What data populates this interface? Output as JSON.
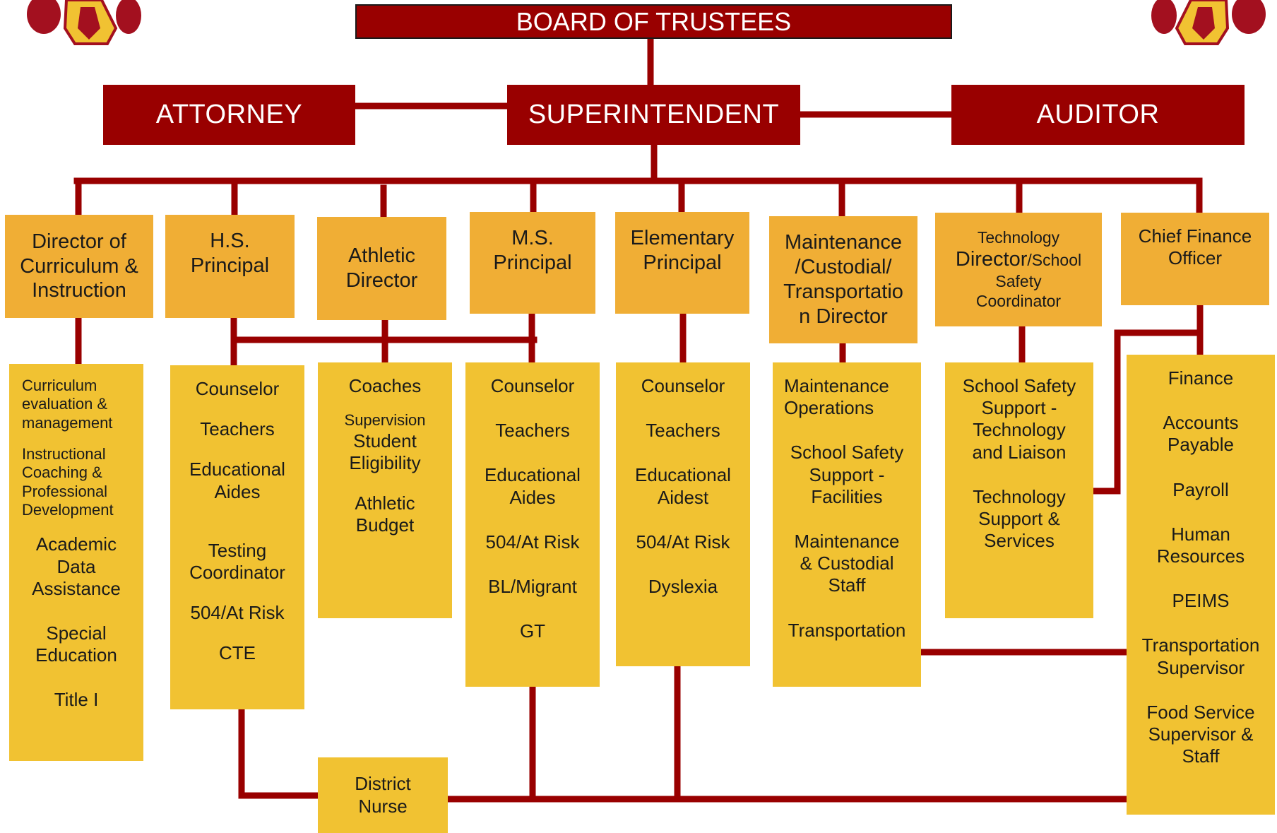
{
  "colors": {
    "red": "#990000",
    "orange": "#f0ae35",
    "yellow": "#f1c232",
    "line": "#990000"
  },
  "top": {
    "board": "BOARD OF TRUSTEES",
    "attorney": "ATTORNEY",
    "superintendent": "SUPERINTENDENT",
    "auditor": "AUDITOR"
  },
  "heads": {
    "curriculum": [
      "Director of",
      "Curriculum &",
      "Instruction"
    ],
    "hs": [
      "H.S.",
      "Principal"
    ],
    "athletic": [
      "Athletic",
      "Director"
    ],
    "ms": [
      "M.S.",
      "Principal"
    ],
    "elementary": [
      "Elementary",
      "Principal"
    ],
    "maintenance": [
      "Maintenance",
      "/Custodial/",
      "Transportatio",
      "n Director"
    ],
    "technology": {
      "line1": "Technology",
      "line2a": "Director",
      "line2b": "/School",
      "line3": "Safety",
      "line4": "Coordinator"
    },
    "cfo": [
      "Chief Finance",
      "Officer"
    ]
  },
  "staff": {
    "curriculum": {
      "small1": [
        "Curriculum",
        "evaluation &",
        "management"
      ],
      "small2": [
        "Instructional",
        "Coaching &",
        "Professional",
        "Development"
      ],
      "large": [
        "Academic",
        "Data",
        "Assistance",
        "",
        "Special",
        "Education",
        "",
        "Title I"
      ]
    },
    "hs": [
      "Counselor",
      "",
      "Teachers",
      "",
      "Educational",
      "Aides",
      "",
      "",
      "Testing",
      "Coordinator",
      "",
      "504/At Risk",
      "",
      "CTE"
    ],
    "athletic": {
      "l1": "Coaches",
      "s1": "Supervision",
      "l2": [
        "Student",
        "Eligibility",
        "",
        "Athletic",
        "Budget"
      ]
    },
    "ms": [
      "Counselor",
      "",
      "Teachers",
      "",
      "Educational",
      "Aides",
      "",
      "504/At Risk",
      "",
      "BL/Migrant",
      "",
      "GT"
    ],
    "elementary": [
      "Counselor",
      "",
      "Teachers",
      "",
      "Educational",
      "Aidest",
      "",
      "504/At Risk",
      "",
      "Dyslexia"
    ],
    "maintenance": {
      "first": [
        "Maintenance",
        "Operations"
      ],
      "rest": [
        "School Safety",
        "Support -",
        "Facilities",
        "",
        "Maintenance",
        "& Custodial",
        "Staff",
        "",
        "Transportation"
      ]
    },
    "technology": [
      "School Safety",
      "Support -",
      "Technology",
      "and Liaison",
      "",
      "Technology",
      "Support &",
      "Services"
    ],
    "cfo": [
      "Finance",
      "",
      "Accounts",
      "Payable",
      "",
      "Payroll",
      "",
      "Human",
      "Resources",
      "",
      "PEIMS",
      "",
      "Transportation",
      "Supervisor",
      "",
      "Food Service",
      "Supervisor &",
      "Staff"
    ]
  },
  "nurse": [
    "District",
    "Nurse"
  ],
  "logo_icon": "knight-mascot-icon"
}
